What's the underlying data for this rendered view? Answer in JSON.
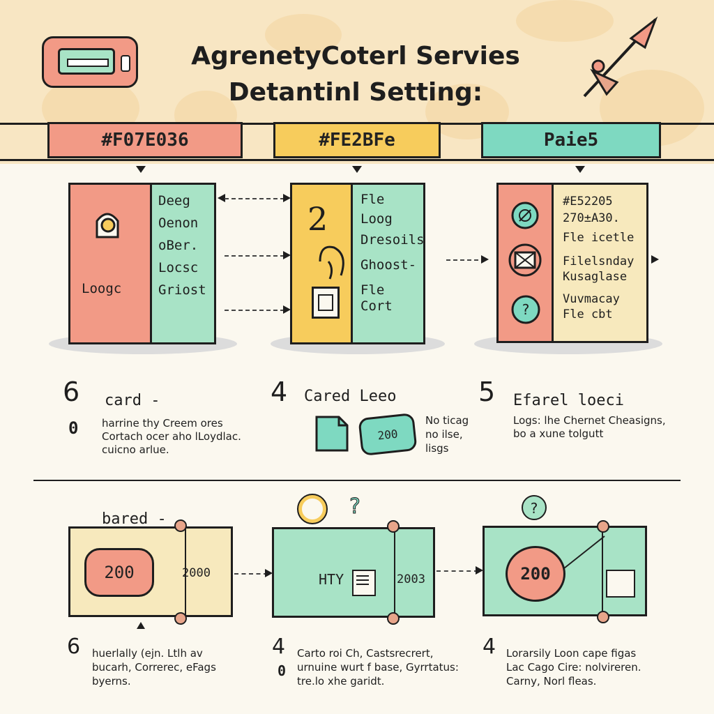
{
  "header": {
    "title_line1": "AgrenetyCoterl Servies",
    "title_line2": "Detantinl Setting:"
  },
  "tabs": [
    {
      "label": "#F07E036",
      "color": "#f29a86"
    },
    {
      "label": "#FE2BFe",
      "color": "#f7cc5c"
    },
    {
      "label": "Paie5",
      "color": "#7ed9c1"
    }
  ],
  "panels": {
    "p1": {
      "left_label": "Loogc",
      "right_lines": [
        "Deeg",
        "Oenon",
        "oBer.",
        "Locsc",
        "Griost"
      ]
    },
    "p2": {
      "left_glyph": "2",
      "right_lines": [
        "Fle",
        "Loog",
        "Dresoils",
        "Ghoost-",
        "Fle Cort"
      ]
    },
    "p3": {
      "right_lines": [
        "#E52205",
        "270±A30.",
        "Fle icetle",
        "Filelsnday",
        "Kusaglase",
        "Vuvmacay",
        "Fle cbt"
      ]
    }
  },
  "mid_section": {
    "items": [
      {
        "number": "6",
        "title": "card -",
        "bullet": "0",
        "text": [
          "harrine thy Creem ores",
          "Cortach ocer aho lLoydlac.",
          "cuicno arlue."
        ]
      },
      {
        "number": "4",
        "title": "Cared Leeo",
        "badge_value": "200",
        "text": [
          "No ticag",
          "no ilse,",
          "lisgs"
        ]
      },
      {
        "number": "5",
        "title": "Efarel loeci",
        "text": [
          "Logs: lhe Chernet Cheasigns,",
          "bo a xune tolgutt"
        ]
      }
    ]
  },
  "bottom_section": {
    "label": "bared -",
    "cards": [
      {
        "pill_value": "200",
        "side_value": "2000"
      },
      {
        "center_text": "HTY",
        "side_value": "2003"
      },
      {
        "circle_value": "200"
      }
    ],
    "items": [
      {
        "number": "6",
        "text": [
          "huerlally (ejn. Ltlh av",
          "bucarh, Correrec, eFags",
          "byerns."
        ]
      },
      {
        "number": "4",
        "bullet": "0",
        "text": [
          "Carto roi Ch, Castsrecrert,",
          "urnuine wurt f base, Gyrrtatus:",
          "tre.lo xhe garidt."
        ]
      },
      {
        "number": "4",
        "text": [
          "Lorarsily Loon cape figas",
          "Lac Cago Cire: nolvireren.",
          "Carny, Norl fleas."
        ]
      }
    ]
  },
  "colors": {
    "coral": "#f29a86",
    "yellow": "#f7cc5c",
    "mint": "#a8e3c6",
    "teal": "#7ed9c1",
    "cream": "#f7e9bd",
    "peach": "#f8e6c3"
  }
}
